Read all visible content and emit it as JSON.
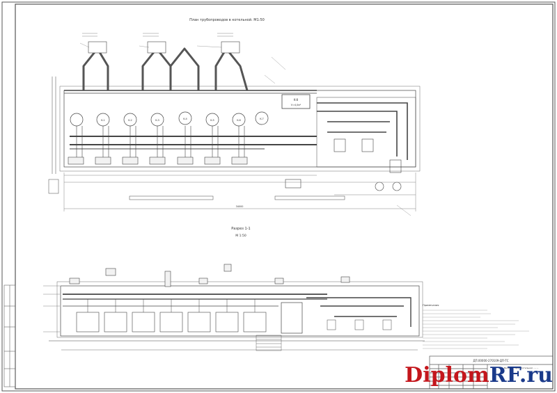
{
  "plan_title": "План трубопроводов в котельной. М1:50",
  "section_title": "Разрез 1-1",
  "section_scale": "М 1:50",
  "stamp_code": "ДП.00000-270109-ДП-ТС",
  "stamp_title": "г. Великие Луки, Котельная ..., ...",
  "notes_title": "Примечания",
  "equipment": [
    "K-1",
    "K-2",
    "K-3",
    "K-4",
    "K-5",
    "K-6",
    "K-7"
  ],
  "tank_label": "K-8",
  "tank_label2": "V=4,0м³",
  "watermark_left": "Diplom",
  "watermark_right": "RF.ru",
  "dim_total": "34000",
  "stroke_color": "#444444",
  "watermark_color": "#c4161c",
  "watermark_ru_color": "#1a3a8a"
}
